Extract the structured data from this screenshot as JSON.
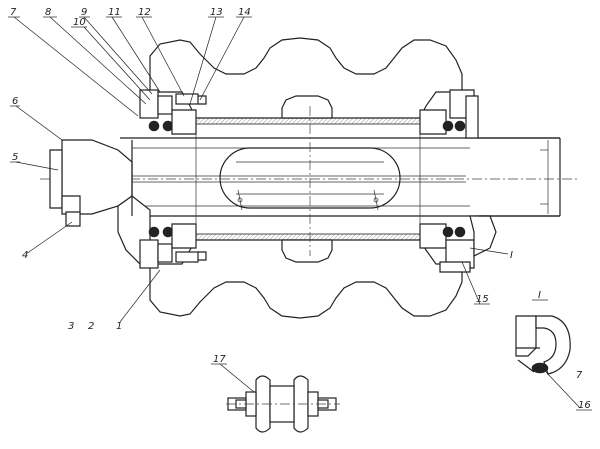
{
  "drawing": {
    "labels": {
      "l1": "1",
      "l2": "2",
      "l3": "3",
      "l4": "4",
      "l5": "5",
      "l6": "6",
      "l7": "7",
      "l8": "8",
      "l9": "9",
      "l10": "10",
      "l11": "11",
      "l12": "12",
      "l13": "13",
      "l14": "14",
      "l15": "15",
      "l16": "16",
      "l17": "17",
      "section_I": "I",
      "section_I_detail": "I",
      "detail_7": "7"
    }
  }
}
